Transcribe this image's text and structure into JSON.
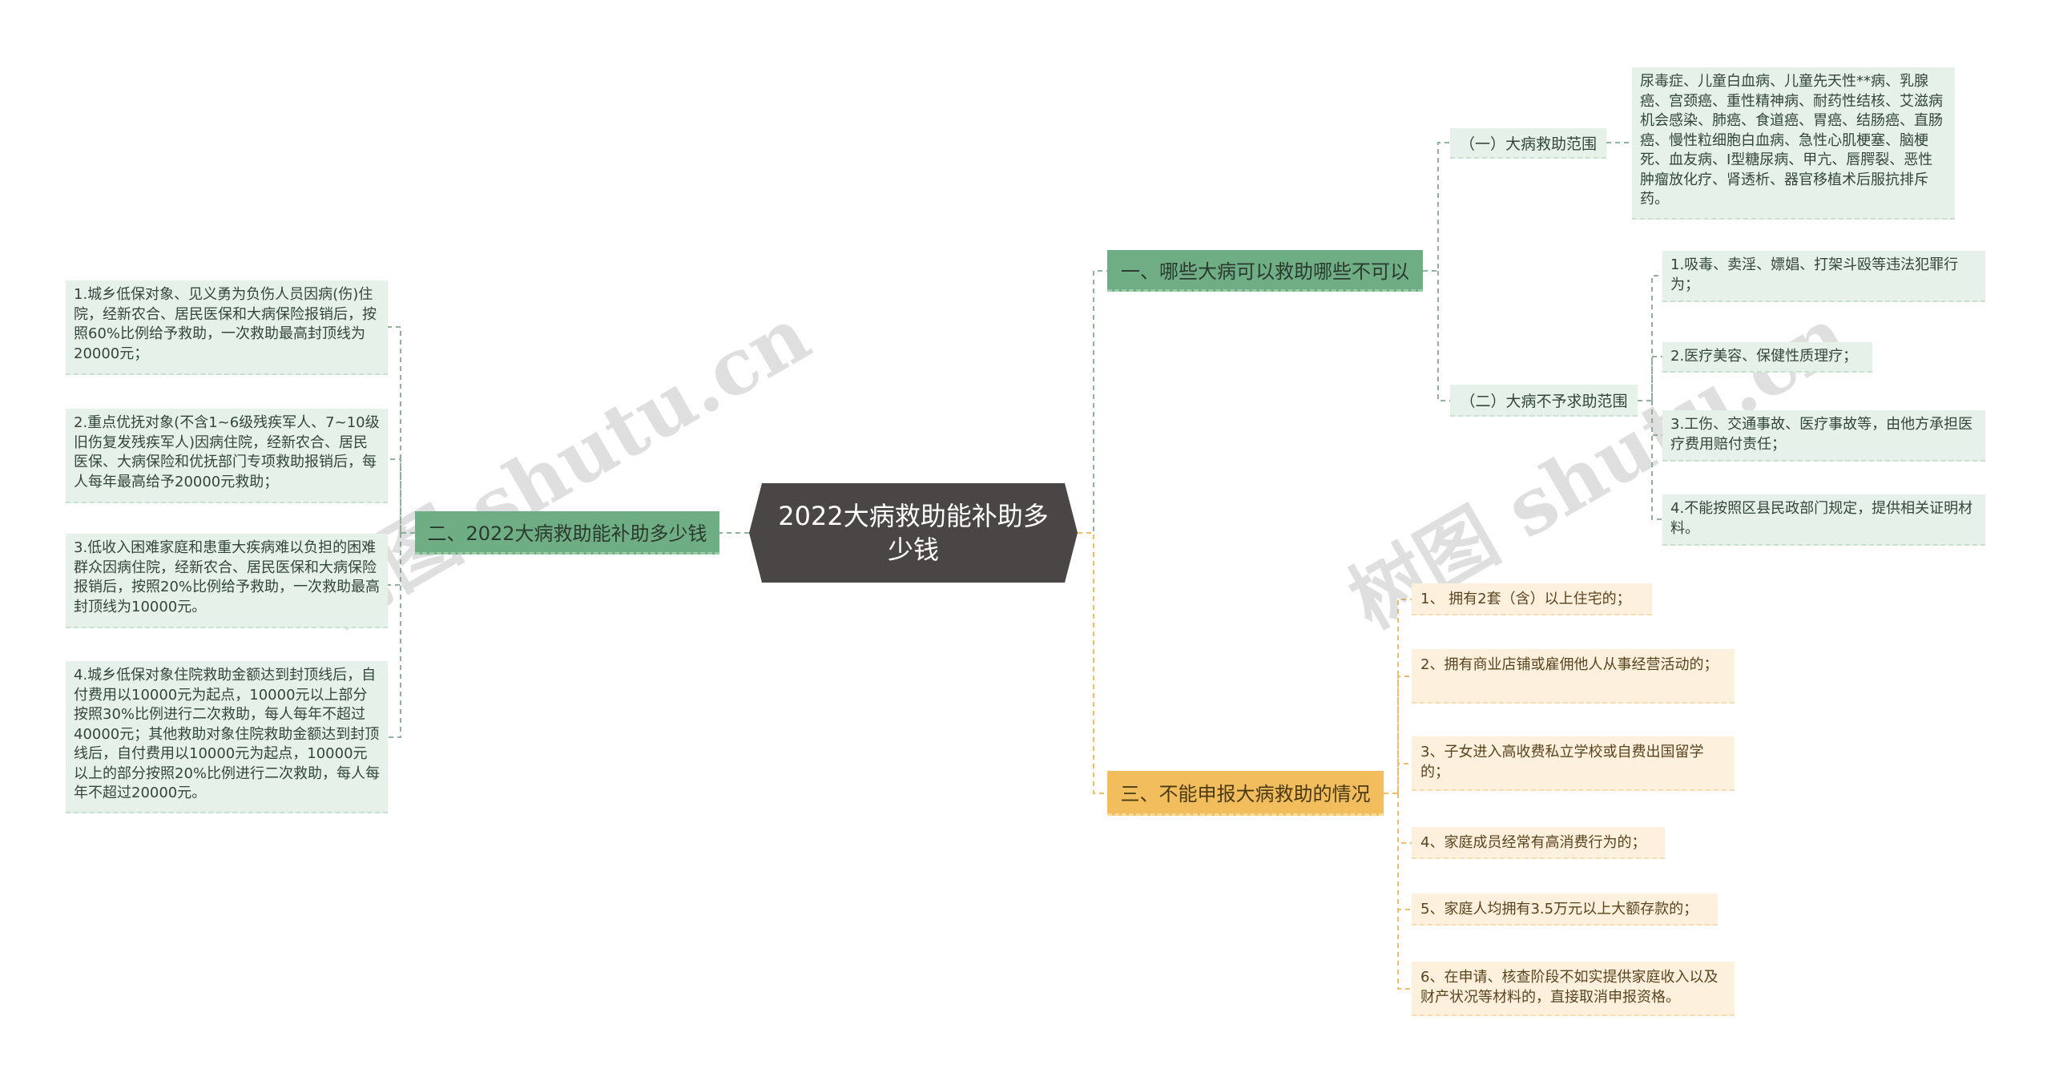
{
  "root": {
    "title": "2022大病救助能补助多少钱"
  },
  "branches": {
    "b1": {
      "label": "一、哪些大病可以救助哪些不可以",
      "sub1": {
        "label": "（一）大病救助范围",
        "detail": "尿毒症、儿童白血病、儿童先天性**病、乳腺癌、宫颈癌、重性精神病、耐药性结核、艾滋病机会感染、肺癌、食道癌、胃癌、结肠癌、直肠癌、慢性粒细胞白血病、急性心肌梗塞、脑梗死、血友病、Ⅰ型糖尿病、甲亢、唇腭裂、恶性肿瘤放化疗、肾透析、器官移植术后服抗排斥药。"
      },
      "sub2": {
        "label": "（二）大病不予求助范围",
        "items": [
          "1.吸毒、卖淫、嫖娼、打架斗殴等违法犯罪行为；",
          "2.医疗美容、保健性质理疗；",
          "3.工伤、交通事故、医疗事故等，由他方承担医疗费用赔付责任；",
          "4.不能按照区县民政部门规定，提供相关证明材料。"
        ]
      }
    },
    "b2": {
      "label": "二、2022大病救助能补助多少钱",
      "items": [
        "1.城乡低保对象、见义勇为负伤人员因病(伤)住院，经新农合、居民医保和大病保险报销后，按照60%比例给予救助，一次救助最高封顶线为20000元；",
        "2.重点优抚对象(不含1~6级残疾军人、7~10级旧伤复发残疾军人)因病住院，经新农合、居民医保、大病保险和优抚部门专项救助报销后，每人每年最高给予20000元救助；",
        "3.低收入困难家庭和患重大疾病难以负担的困难群众因病住院，经新农合、居民医保和大病保险报销后，按照20%比例给予救助，一次救助最高封顶线为10000元。",
        "4.城乡低保对象住院救助金额达到封顶线后，自付费用以10000元为起点，10000元以上部分按照30%比例进行二次救助，每人每年不超过40000元；其他救助对象住院救助金额达到封顶线后，自付费用以10000元为起点，10000元以上的部分按照20%比例进行二次救助，每人每年不超过20000元。"
      ]
    },
    "b3": {
      "label": "三、不能申报大病救助的情况",
      "items": [
        "1、 拥有2套（含）以上住宅的；",
        "2、拥有商业店铺或雇佣他人从事经营活动的；",
        "3、子女进入高收费私立学校或自费出国留学的；",
        "4、家庭成员经常有高消费行为的；",
        "5、家庭人均拥有3.5万元以上大额存款的；",
        "6、在申请、核查阶段不如实提供家庭收入以及财产状况等材料的，直接取消申报资格。"
      ]
    }
  },
  "watermark": "树图 shutu.cn",
  "colors": {
    "root_bg": "#4a4646",
    "green_branch": "#6fae84",
    "orange_branch": "#f2bd5d",
    "green_leaf": "#e6f1e9",
    "orange_leaf": "#fdf0dc",
    "green_line": "#8fb39a",
    "orange_line": "#f0bd66"
  }
}
